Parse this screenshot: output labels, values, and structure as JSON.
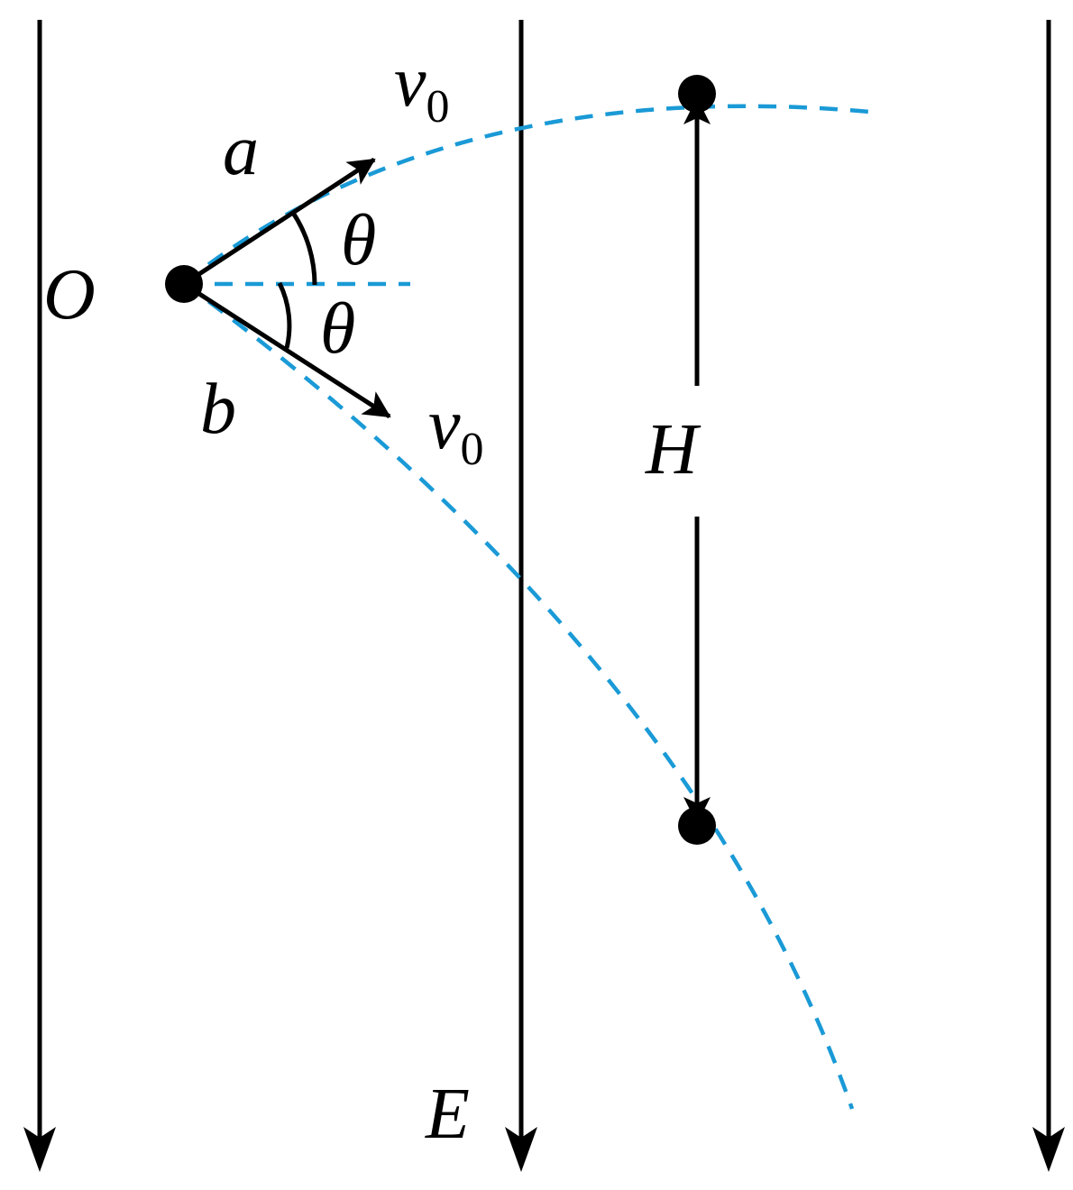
{
  "labels": {
    "origin": "O",
    "particle_a": "a",
    "particle_b": "b",
    "velocity_symbol": "v",
    "velocity_subscript": "0",
    "angle": "θ",
    "height": "H",
    "field": "E"
  },
  "colors": {
    "line": "#000000",
    "trajectory": "#1a9ad6",
    "background": "#ffffff"
  }
}
